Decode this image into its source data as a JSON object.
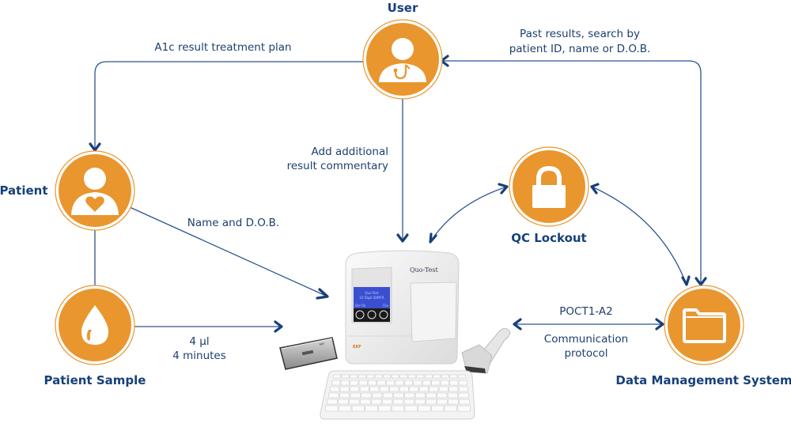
{
  "colors": {
    "node_fill": "#e9962f",
    "node_ring": "#e9962f",
    "icon_fill": "#ffffff",
    "edge": "#2c5592",
    "title_text": "#17407a",
    "label_text": "#1d3f6e",
    "screen_blue": "#3a4fd0"
  },
  "nodes": {
    "user": {
      "title": "User",
      "icon": "doctor-stethoscope-icon"
    },
    "patient": {
      "title": "Patient",
      "icon": "person-heart-icon"
    },
    "patient_sample": {
      "title": "Patient Sample",
      "icon": "blood-drop-icon"
    },
    "qc_lockout": {
      "title": "QC Lockout",
      "icon": "padlock-icon"
    },
    "dms": {
      "title": "Data Management System",
      "icon": "folder-icon"
    }
  },
  "edges": {
    "user_to_patient": {
      "label": "A1c result treatment plan"
    },
    "dms_to_user": {
      "line1": "Past results, search by",
      "line2": "patient ID, name or D.O.B."
    },
    "user_to_device": {
      "line1": "Add additional",
      "line2": "result commentary"
    },
    "patient_to_device": {
      "label": "Name and D.O.B."
    },
    "sample_to_device": {
      "line1": "4 µl",
      "line2": "4 minutes"
    },
    "device_dms": {
      "line1": "POCT1-A2",
      "line2": "Communication",
      "line3": "protocol"
    }
  },
  "device": {
    "brand": "Quo-Test",
    "screen_line1": "Quo-Test",
    "screen_line2": "10 Digit ID/MFR",
    "screen_left": "Del Ok",
    "screen_right": "File",
    "logo": "EKF"
  }
}
